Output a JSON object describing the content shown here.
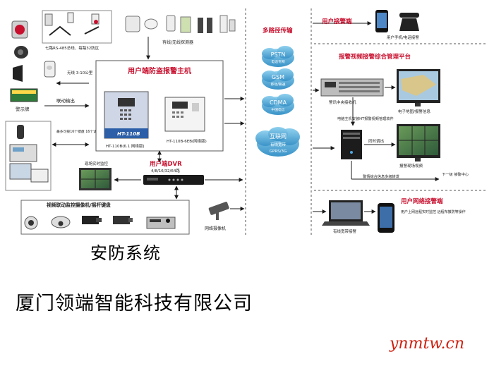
{
  "diagram": {
    "host_panel": {
      "title": "用户端防盗报警主机",
      "model_a": "HT-110B(6.1 网络版)",
      "model_b": "HT-110B-6EB(网络版)",
      "device_brand": "HT-110B"
    },
    "detectors": {
      "bus_note": "七路RS-485总线、每路32防区",
      "label": "有线/无线探测器"
    },
    "left_column": {
      "wireless_note": "无线 3-10公里",
      "linkage_output": "联动输出",
      "keypad_note": "最多可接16个键盘 16个读卡器 30个遥控器",
      "board_label": "警示牌"
    },
    "dvr": {
      "title": "用户端DVR",
      "channels": "4/8/16/32/64路",
      "live_monitor": "现场实时监控"
    },
    "video_bar": {
      "title": "视频联动监控摄像机/摇杆键盘",
      "network_camera": "网络摄像机"
    },
    "transmission": {
      "title": "多路径传输",
      "clouds": [
        {
          "name": "PSTN",
          "sub": "电话专网"
        },
        {
          "name": "GSM",
          "sub": "移动/联通"
        },
        {
          "name": "CDMA",
          "sub": "中国电信"
        }
      ],
      "internet": {
        "name": "互联网",
        "sub1": "有线宽带",
        "sub2": "GPRS/3G"
      }
    },
    "right": {
      "user_alarm_title": "用户接警端",
      "phone_label": "用户手机/电话接警",
      "platform_title": "报警视频接警综合管理平台",
      "receiver_label": "警讯中央接收机",
      "software_label": "电脑主机安装HT报警视频管理软件",
      "map_label": "电子地图/报警信息",
      "sync_label": "同时调出",
      "scene_video_label": "报警现场视频",
      "sms_label": "警情综合信息多级转发",
      "next_center_label": "下一级 接警中心",
      "net_alarm_title": "用户网络接警端",
      "laptop_label": "有线宽带接警",
      "remote_label": "用户上网远程实时监控 远程布撤防等操作"
    }
  },
  "caption": "安防系统",
  "company": "厦门领端智能科技有限公司",
  "watermark": "ynmtw.cn",
  "colors": {
    "accent_red": "#c8102e",
    "cloud_blue": "#4ba7d6",
    "arrow": "#1a1a1a"
  }
}
